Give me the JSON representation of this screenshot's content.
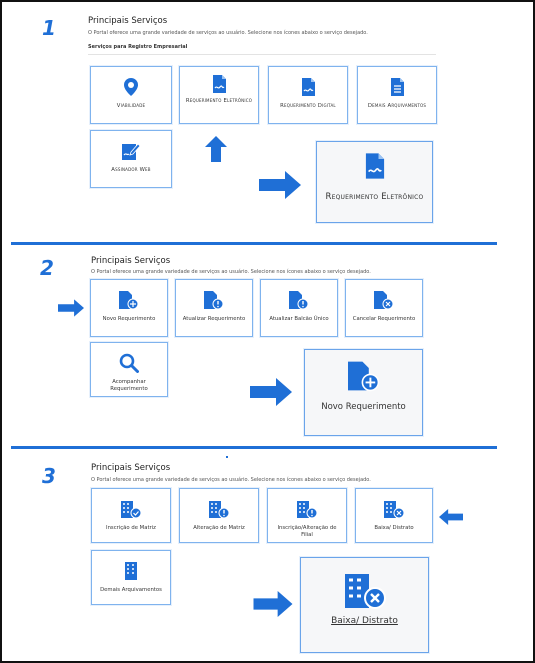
{
  "colors": {
    "accent": "#1f6fd6",
    "card_border": "#7fb3ee"
  },
  "sections": [
    {
      "step": "1",
      "title": "Principais Serviços",
      "subtitle": "O Portal oferece uma grande variedade de serviços ao usuário. Selecione nos ícones abaixo o serviço desejado.",
      "group_label": "Serviços para Registro Empresarial",
      "cards": [
        {
          "label": "Viabilidade",
          "icon": "location-pin-icon"
        },
        {
          "label": "Requerimento Eletrônico",
          "icon": "signed-document-icon"
        },
        {
          "label": "Requerimento Digital",
          "icon": "signed-document-icon"
        },
        {
          "label": "Demais Arquivamentos",
          "icon": "document-list-icon"
        },
        {
          "label": "Assinador Web",
          "icon": "signature-pen-icon"
        }
      ],
      "highlight": {
        "label": "Requerimento Eletrônico",
        "icon": "signed-document-icon"
      }
    },
    {
      "step": "2",
      "title": "Principais Serviços",
      "subtitle": "O Portal oferece uma grande variedade de serviços ao usuário. Selecione nos ícones abaixo o serviço desejado.",
      "cards": [
        {
          "label": "Novo Requerimento",
          "icon": "document-plus-icon"
        },
        {
          "label": "Atualizar Requerimento",
          "icon": "document-alert-icon"
        },
        {
          "label": "Atualizar Balcão Único",
          "icon": "document-alert-icon"
        },
        {
          "label": "Cancelar Requerimento",
          "icon": "document-cancel-icon"
        },
        {
          "label": "Acompanhar Requerimento",
          "icon": "search-icon"
        }
      ],
      "highlight": {
        "label": "Novo Requerimento",
        "icon": "document-plus-icon"
      }
    },
    {
      "step": "3",
      "title": "Principais Serviços",
      "subtitle": "O Portal oferece uma grande variedade de serviços ao usuário. Selecione nos ícones abaixo o serviço desejado.",
      "cards": [
        {
          "label": "Inscrição de Matriz",
          "icon": "building-check-icon"
        },
        {
          "label": "Alteração de Matriz",
          "icon": "building-alert-icon"
        },
        {
          "label": "Inscrição/Alteração de Filial",
          "icon": "building-alert-icon"
        },
        {
          "label": "Baixa/ Distrato",
          "icon": "building-cancel-icon"
        },
        {
          "label": "Demais Arquivamentos",
          "icon": "building-icon"
        }
      ],
      "highlight": {
        "label": "Baixa/ Distrato",
        "icon": "building-cancel-icon"
      }
    }
  ]
}
